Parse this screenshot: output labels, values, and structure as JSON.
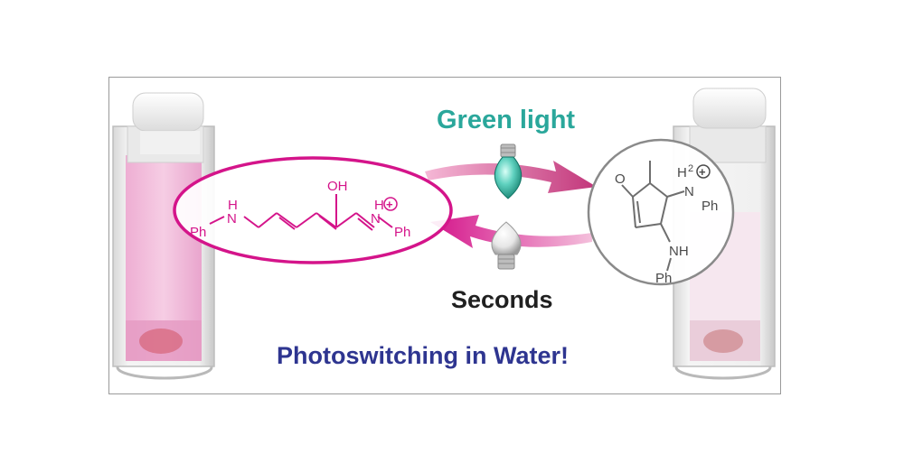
{
  "labels": {
    "top": "Green light",
    "middle": "Seconds",
    "bottom": "Photoswitching in Water!"
  },
  "molecule_open": {
    "nh_h": "H",
    "nh_n": "N",
    "ph_left": "Ph",
    "oh": "OH",
    "h_plus": "H",
    "n_plus": "N",
    "ph_right": "Ph",
    "charge": "+"
  },
  "molecule_closed": {
    "o": "O",
    "nh2_h": "H",
    "nh2_sub": "2",
    "nh2_n": "N",
    "charge": "+",
    "ph_top": "Ph",
    "nh_bottom": "NH",
    "ph_bottom": "Ph"
  },
  "colors": {
    "magenta": "#d4148a",
    "teal": "#2aa79b",
    "grey": "#808080",
    "navy": "#2e3590",
    "pink_solution": "#f1bfdc"
  },
  "icons": [
    "green-bulb-icon",
    "clear-bulb-icon"
  ]
}
